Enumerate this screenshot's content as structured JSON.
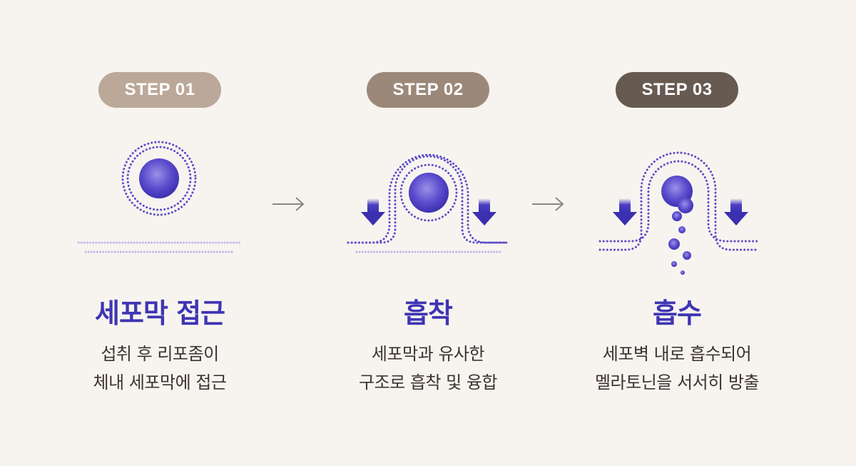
{
  "steps": [
    {
      "badge": "STEP 01",
      "title": "세포막 접근",
      "desc_line1": "섭취 후 리포좀이",
      "desc_line2": "체내 세포막에 접근"
    },
    {
      "badge": "STEP 02",
      "title": "흡착",
      "desc_line1": "세포막과 유사한",
      "desc_line2": "구조로 흡착 및 융합"
    },
    {
      "badge": "STEP 03",
      "title": "흡수",
      "desc_line1": "세포벽 내로 흡수되어",
      "desc_line2": "멜라토닌을 서서히 방출"
    }
  ],
  "colors": {
    "accent": "#3e35b3",
    "badge_1": "#bba898",
    "badge_2": "#9b8878",
    "badge_3": "#675a50",
    "background": "#f7f4f0"
  }
}
